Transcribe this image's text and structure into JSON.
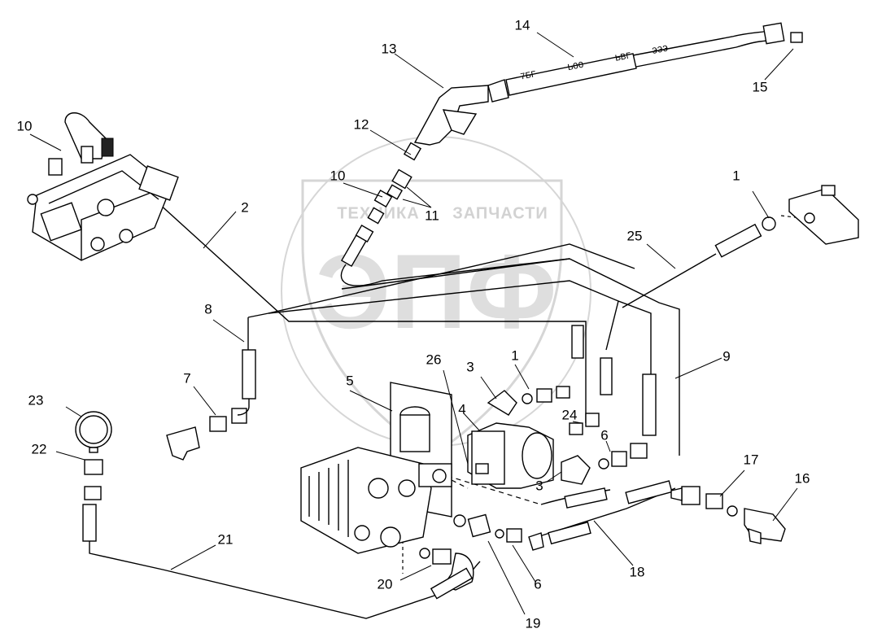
{
  "watermark": {
    "text_left": "ТЕХНИКА",
    "text_right": "ЗАПЧАСТИ",
    "logo_letters": "ЭПФ"
  },
  "labels": {
    "l1a": "1",
    "l1b": "1",
    "l2": "2",
    "l3a": "3",
    "l3b": "3",
    "l4": "4",
    "l5": "5",
    "l6a": "6",
    "l6b": "6",
    "l7": "7",
    "l8": "8",
    "l9": "9",
    "l10a": "10",
    "l10b": "10",
    "l11": "11",
    "l12": "12",
    "l13": "13",
    "l14": "14",
    "l15": "15",
    "l16": "16",
    "l17": "17",
    "l18": "18",
    "l19": "19",
    "l20": "20",
    "l21": "21",
    "l22": "22",
    "l23": "23",
    "l24": "24",
    "l25": "25",
    "l26": "26"
  },
  "lance_markings": [
    "7БГ",
    "ЬОО",
    "ЬВГ",
    "ЭЭЭ"
  ]
}
